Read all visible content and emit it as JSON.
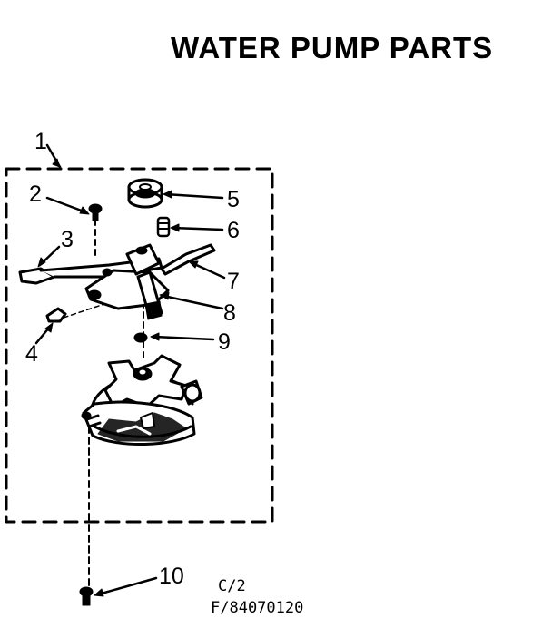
{
  "title": "WATER PUMP PARTS",
  "callouts": {
    "c1": "1",
    "c2": "2",
    "c3": "3",
    "c4": "4",
    "c5": "5",
    "c6": "6",
    "c7": "7",
    "c8": "8",
    "c9": "9",
    "c10": "10"
  },
  "codes": {
    "line1": "C/2",
    "line2": "F/84070120"
  }
}
